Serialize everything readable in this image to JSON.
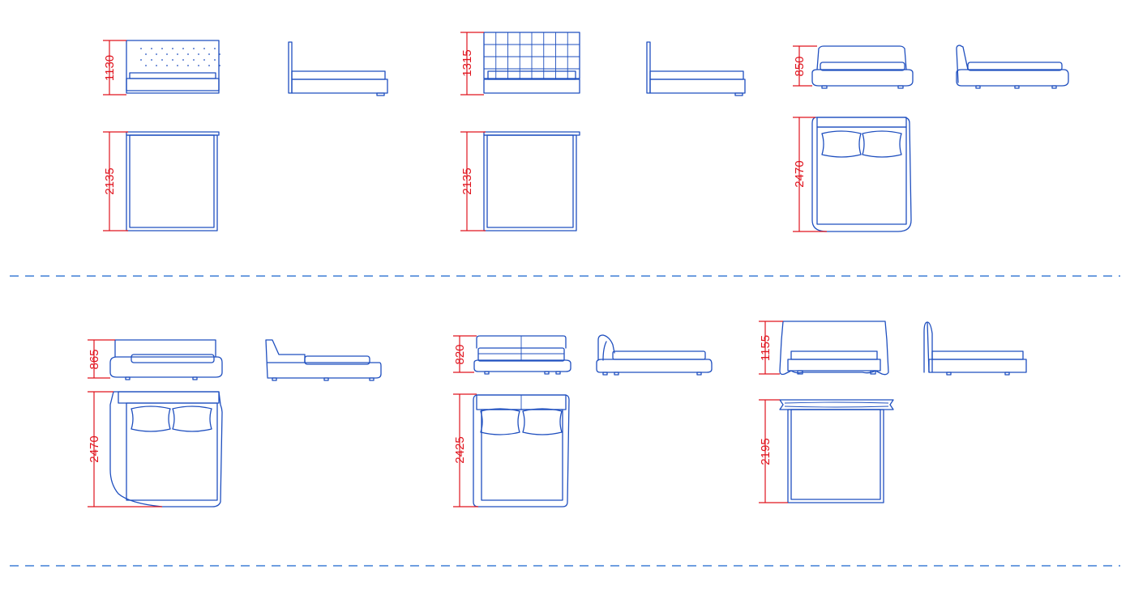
{
  "drawing": {
    "line_color": "#1f4fbf",
    "dimension_color": "#e0141e",
    "separator_color": "#3f7fd6"
  },
  "models": [
    {
      "id": "bed-1",
      "height_mm": "1130",
      "length_mm": "2135"
    },
    {
      "id": "bed-2",
      "height_mm": "1315",
      "length_mm": "2135"
    },
    {
      "id": "bed-3",
      "height_mm": "850",
      "length_mm": "2470"
    },
    {
      "id": "bed-4",
      "height_mm": "865",
      "length_mm": "2470"
    },
    {
      "id": "bed-5",
      "height_mm": "820",
      "length_mm": "2425"
    },
    {
      "id": "bed-6",
      "height_mm": "1155",
      "length_mm": "2195"
    }
  ]
}
